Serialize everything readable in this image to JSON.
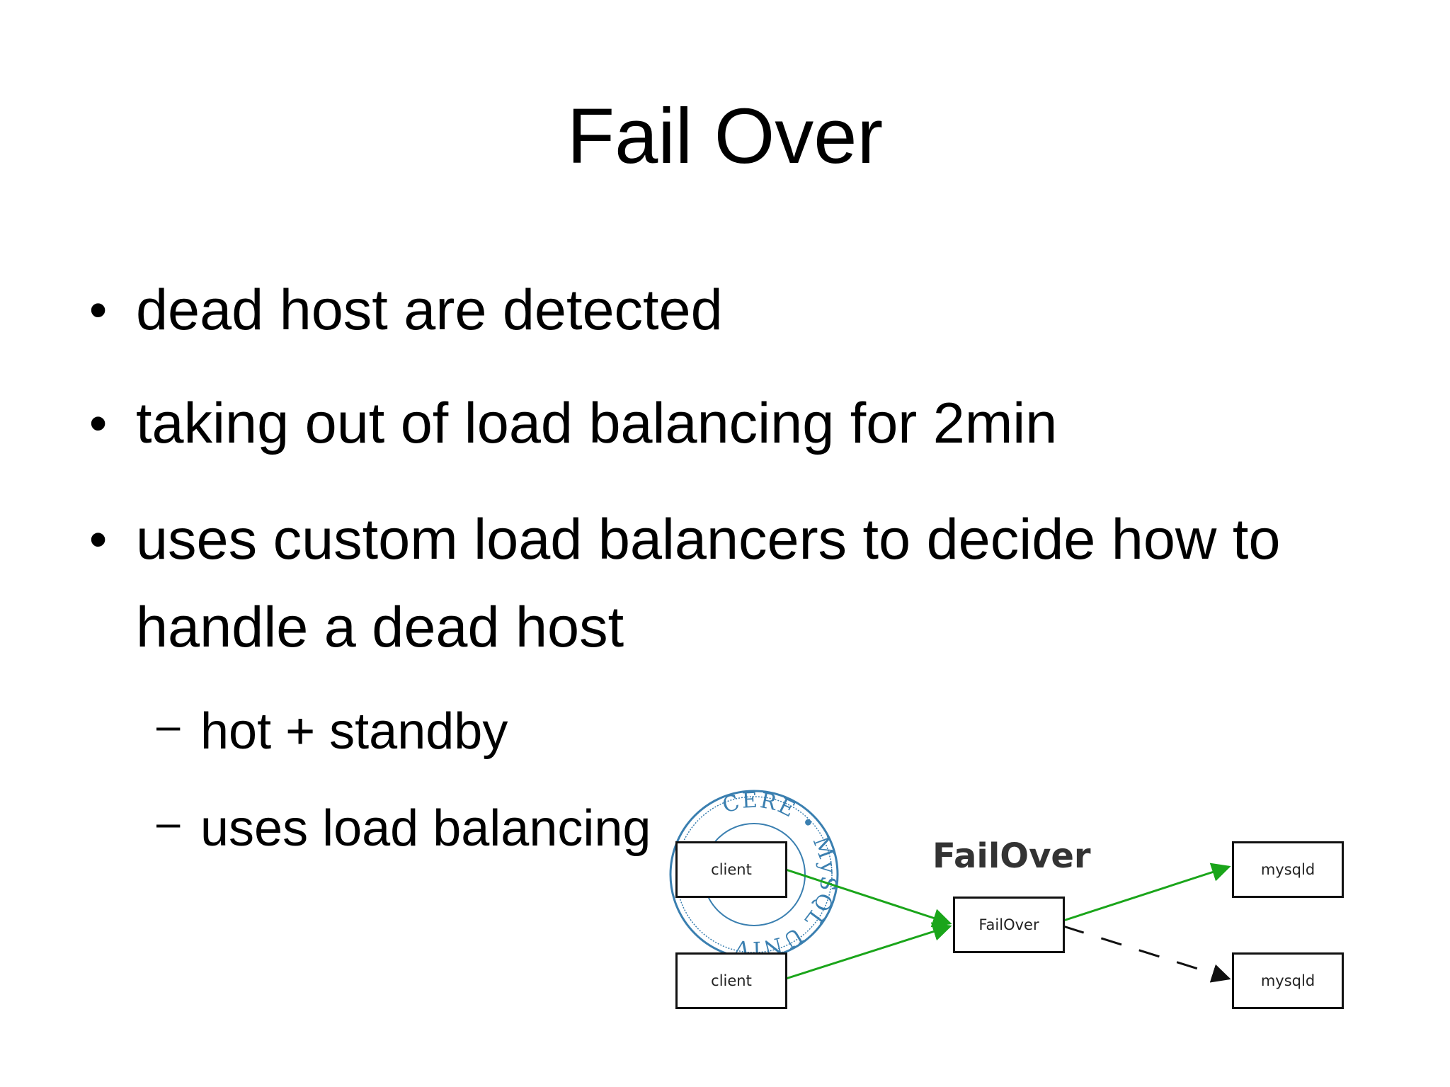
{
  "slide": {
    "title": "Fail Over",
    "bullets": [
      "dead host are detected",
      "taking out of load balancing for 2min",
      "uses custom load balancers to decide how to handle a dead host"
    ],
    "sub_bullets": [
      "hot + standby",
      "uses load balancing"
    ],
    "bullet_glyph": "•",
    "sub_bullet_glyph": "–"
  },
  "diagram": {
    "title": "FailOver",
    "nodes": {
      "client_1": "client",
      "client_2": "client",
      "failover": "FailOver",
      "mysqld_1": "mysqld",
      "mysqld_2": "mysqld"
    },
    "seal_text": "CERE • MySQL UNIV",
    "colors": {
      "active_edge": "#1aa51a",
      "standby_edge": "#111111",
      "seal": "#3a7fb0"
    }
  }
}
